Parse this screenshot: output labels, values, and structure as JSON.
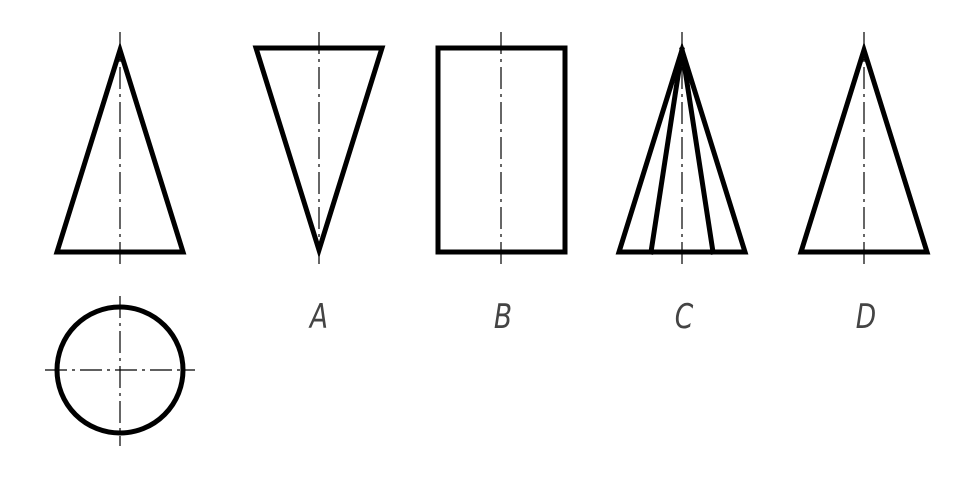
{
  "options": [
    {
      "label": "A"
    },
    {
      "label": "B"
    },
    {
      "label": "C"
    },
    {
      "label": "D"
    }
  ],
  "colors": {
    "stroke": "#000000",
    "label": "#444444",
    "background": "#ffffff"
  }
}
